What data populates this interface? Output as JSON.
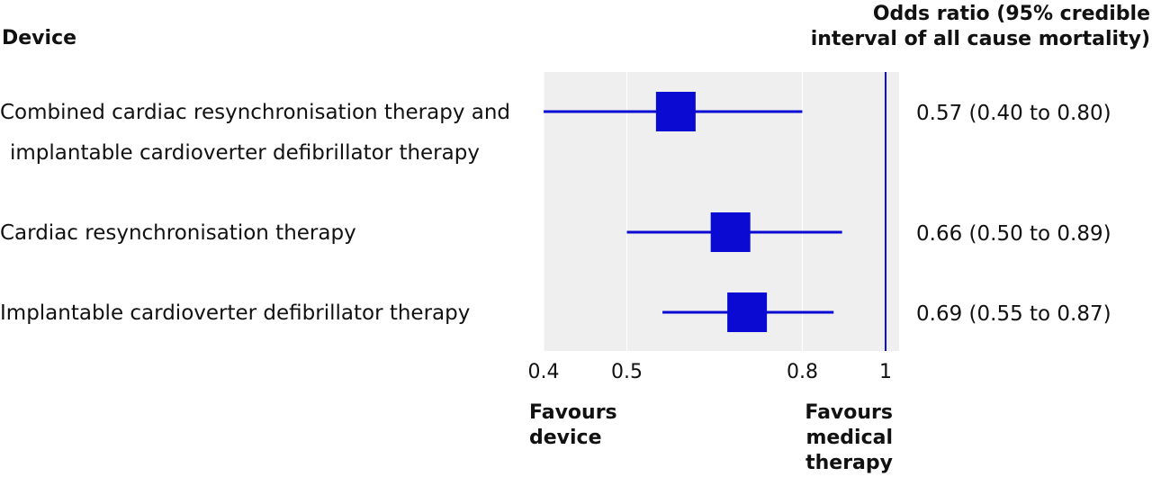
{
  "chart_data": {
    "type": "forest",
    "column_headers": {
      "device": "Device",
      "estimate": "Odds ratio (95% credible interval of all cause mortality)"
    },
    "rows": [
      {
        "label": [
          "Combined cardiac resynchronisation therapy and",
          "implantable cardioverter defibrillator therapy"
        ],
        "estimate": 0.57,
        "lower": 0.4,
        "upper": 0.8,
        "result_text": "0.57 (0.40 to 0.80)"
      },
      {
        "label": [
          "Cardiac resynchronisation therapy"
        ],
        "estimate": 0.66,
        "lower": 0.5,
        "upper": 0.89,
        "result_text": "0.66 (0.50 to 0.89)"
      },
      {
        "label": [
          "Implantable cardioverter defibrillator therapy"
        ],
        "estimate": 0.69,
        "lower": 0.55,
        "upper": 0.87,
        "result_text": "0.69 (0.55 to 0.87)"
      }
    ],
    "x_scale": "log",
    "xlim": [
      0.4,
      1.0
    ],
    "xticks": [
      0.4,
      0.5,
      0.8,
      1
    ],
    "xtick_labels": [
      "0.4",
      "0.5",
      "0.8",
      "1"
    ],
    "reference_line": 1,
    "favours_left": [
      "Favours",
      "device"
    ],
    "favours_right": [
      "Favours",
      "medical",
      "therapy"
    ],
    "colors": {
      "marker": "#0a0ad2",
      "panel": "#efefef",
      "grid": "#ffffff"
    }
  }
}
